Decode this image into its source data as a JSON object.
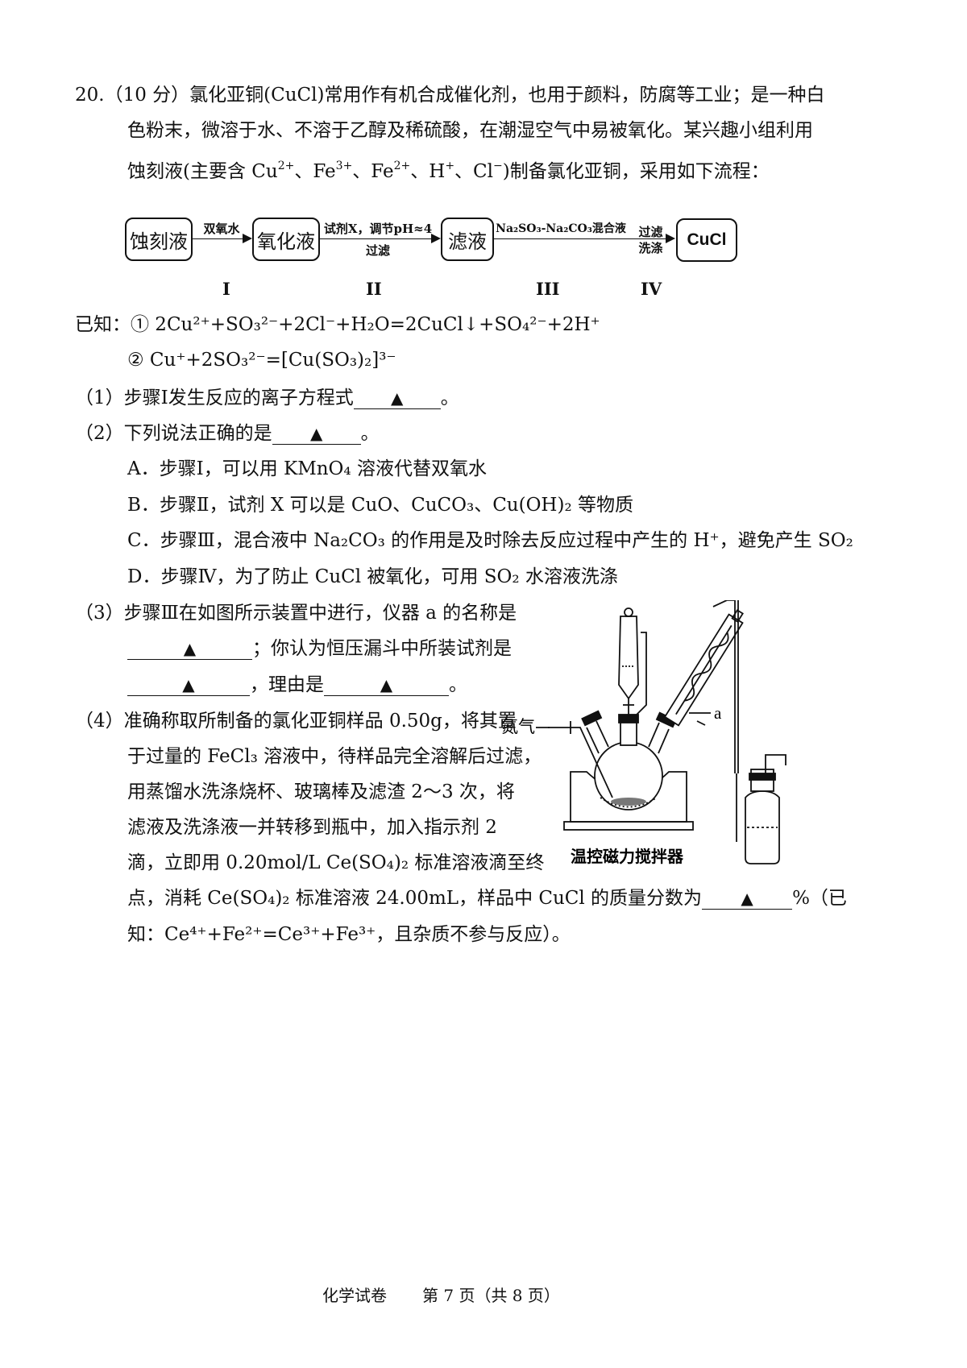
{
  "question": {
    "number": "20.",
    "score": "（10 分）",
    "stem_line1": "氯化亚铜(CuCl)常用作有机合成催化剂，也用于颜料，防腐等工业；是一种白",
    "stem_line2": "色粉末，微溶于水、不溶于乙醇及稀硫酸，在潮湿空气中易被氧化。某兴趣小组利用",
    "stem_line3_a": "蚀刻液(主要含 Cu",
    "stem_line3_b": "、Fe",
    "stem_line3_c": "、Fe",
    "stem_line3_d": "、H",
    "stem_line3_e": "、Cl",
    "stem_line3_f": ")制备氯化亚铜，采用如下流程：",
    "sup_2plus": "2+",
    "sup_3plus": "3+",
    "sup_plus": "+",
    "sup_minus": "−"
  },
  "flowchart": {
    "boxes": [
      "蚀刻液",
      "氧化液",
      "滤液",
      "CuCl"
    ],
    "arrow1_label": "双氧水",
    "arrow2_label_top": "试剂X，调节pH≈4",
    "arrow2_label_bottom": "过滤",
    "arrow3_label": "Na₂SO₃-Na₂CO₃混合液",
    "arrow4_label_top": "过滤",
    "arrow4_label_bottom": "洗涤",
    "steps": [
      "I",
      "II",
      "III",
      "IV"
    ]
  },
  "known": {
    "prefix": "已知：",
    "eq1": "① 2Cu²⁺+SO₃²⁻+2Cl⁻+H₂O=2CuCl↓+SO₄²⁻+2H⁺",
    "eq2": "② Cu⁺+2SO₃²⁻=[Cu(SO₃)₂]³⁻"
  },
  "q1": {
    "text": "（1）步骤Ⅰ发生反应的离子方程式",
    "end": "。"
  },
  "q2": {
    "text": "（2）下列说法正确的是",
    "end": "。",
    "options": [
      "A．步骤Ⅰ，可以用 KMnO₄ 溶液代替双氧水",
      "B．步骤Ⅱ，试剂 X 可以是 CuO、CuCO₃、Cu(OH)₂ 等物质",
      "C．步骤Ⅲ，混合液中 Na₂CO₃ 的作用是及时除去反应过程中产生的 H⁺，避免产生 SO₂",
      "D．步骤Ⅳ，为了防止 CuCl 被氧化，可用 SO₂ 水溶液洗涤"
    ]
  },
  "q3": {
    "line1": "（3）步骤Ⅲ在如图所示装置中进行，仪器 a 的名称是",
    "line2": "；你认为恒压漏斗中所装试剂是",
    "line3_mid": "，理由是",
    "line3_end": "。"
  },
  "q4": {
    "line1": "（4）准确称取所制备的氯化亚铜样品 0.50g，将其置",
    "line2": "于过量的 FeCl₃ 溶液中，待样品完全溶解后过滤，",
    "line3": "用蒸馏水洗涤烧杯、玻璃棒及滤渣 2～3 次，将",
    "line4": "滤液及洗涤液一并转移到瓶中，加入指示剂 2",
    "line5": "滴，立即用 0.20mol/L Ce(SO₄)₂ 标准溶液滴至终",
    "line6_a": "点，消耗 Ce(SO₄)₂ 标准溶液 24.00mL，样品中 CuCl 的质量分数为",
    "line6_b": "%（已",
    "line7": "知：Ce⁴⁺+Fe²⁺=Ce³⁺+Fe³⁺，且杂质不参与反应）。"
  },
  "apparatus": {
    "gas_label": "氮气",
    "label_a": "a",
    "caption": "温控磁力搅拌器"
  },
  "blank_mark": "▲",
  "footer": {
    "subject": "化学试卷",
    "page": "第 7 页（共 8 页）"
  }
}
